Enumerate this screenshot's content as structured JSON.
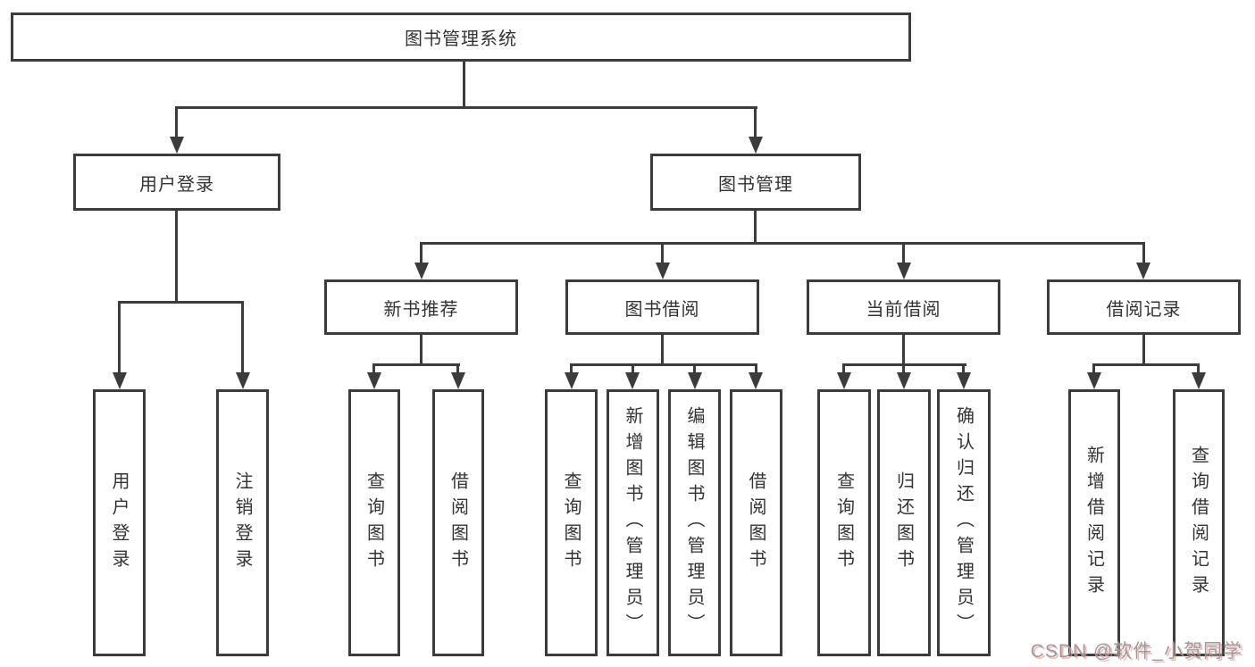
{
  "colors": {
    "line": "#3c3c3c",
    "box_border": "#3c3c3c",
    "text": "#333333",
    "background": "#ffffff",
    "watermark_text": "#9b9b9b",
    "watermark_shadow": "#eb9696"
  },
  "tree": {
    "root": "图书管理系统",
    "branches": {
      "user_login": "用户登录",
      "book_mgmt": "图书管理"
    },
    "modules": {
      "new_book": "新书推荐",
      "borrow": "图书借阅",
      "current": "当前借阅",
      "records": "借阅记录"
    },
    "leaves": {
      "user_login": [
        "用户登录",
        "注销登录"
      ],
      "new_book": [
        "查询图书",
        "借阅图书"
      ],
      "borrow": [
        "查询图书",
        "新增图书（管理员）",
        "编辑图书（管理员）",
        "借阅图书"
      ],
      "current": [
        "查询图书",
        "归还图书",
        "确认归还（管理员）"
      ],
      "records": [
        "新增借阅记录",
        "查询借阅记录"
      ]
    }
  },
  "watermark": "CSDN @软件_小贺同学"
}
